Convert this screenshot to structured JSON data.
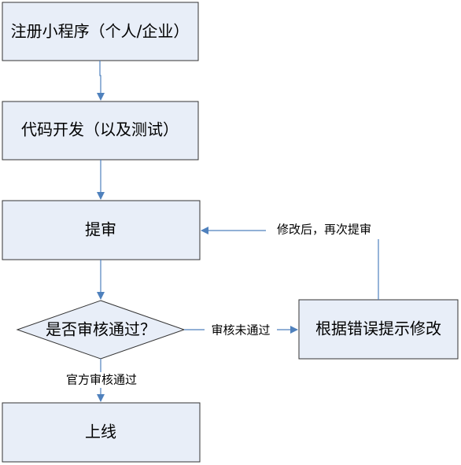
{
  "colors": {
    "node_fill": "#E8EEF8",
    "node_stroke": "#333333",
    "arrow": "#4F81BD",
    "text": "#000000",
    "background": "#FFFFFF"
  },
  "nodes": {
    "register": {
      "label": "注册小程序（个人/企业）"
    },
    "develop": {
      "label": "代码开发（以及测试）"
    },
    "submit": {
      "label": "提审"
    },
    "decision": {
      "label": "是否审核通过？"
    },
    "fix": {
      "label": "根据错误提示修改"
    },
    "launch": {
      "label": "上线"
    }
  },
  "edges": {
    "fail_label": "审核未通过",
    "pass_label": "官方审核通过",
    "resubmit_label": "修改后，再次提审"
  }
}
